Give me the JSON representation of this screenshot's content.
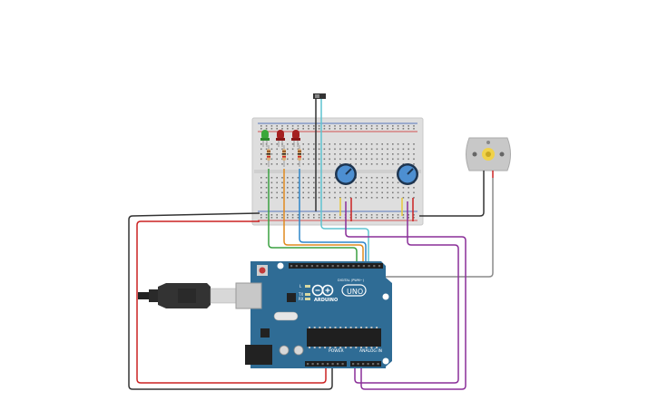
{
  "arduino": {
    "logo_text": "ARDUINO",
    "model_text": "UNO",
    "power_label": "POWER",
    "analog_label": "ANALOG IN",
    "digital_label": "DIGITAL (PWM~)",
    "tx_label": "TX",
    "rx_label": "RX",
    "l_label": "L"
  },
  "colors": {
    "board": "#2f6c95",
    "breadboard": "#dcdcdc",
    "wire_black": "#333333",
    "wire_red": "#cc2222",
    "wire_green": "#3aa040",
    "wire_orange": "#e08a1e",
    "wire_blue": "#2f86c9",
    "wire_cyan": "#5ec4d0",
    "wire_purple": "#8a2f98",
    "wire_gray": "#888888",
    "led_green": "#3aa83a",
    "led_red": "#b22222",
    "pot_blue": "#4d8fd1",
    "motor_gray": "#c8c8c8"
  },
  "components": {
    "leds": [
      "green",
      "red",
      "red"
    ],
    "potentiometers": 2,
    "motor": "dc-motor",
    "switch": "slide-switch"
  }
}
